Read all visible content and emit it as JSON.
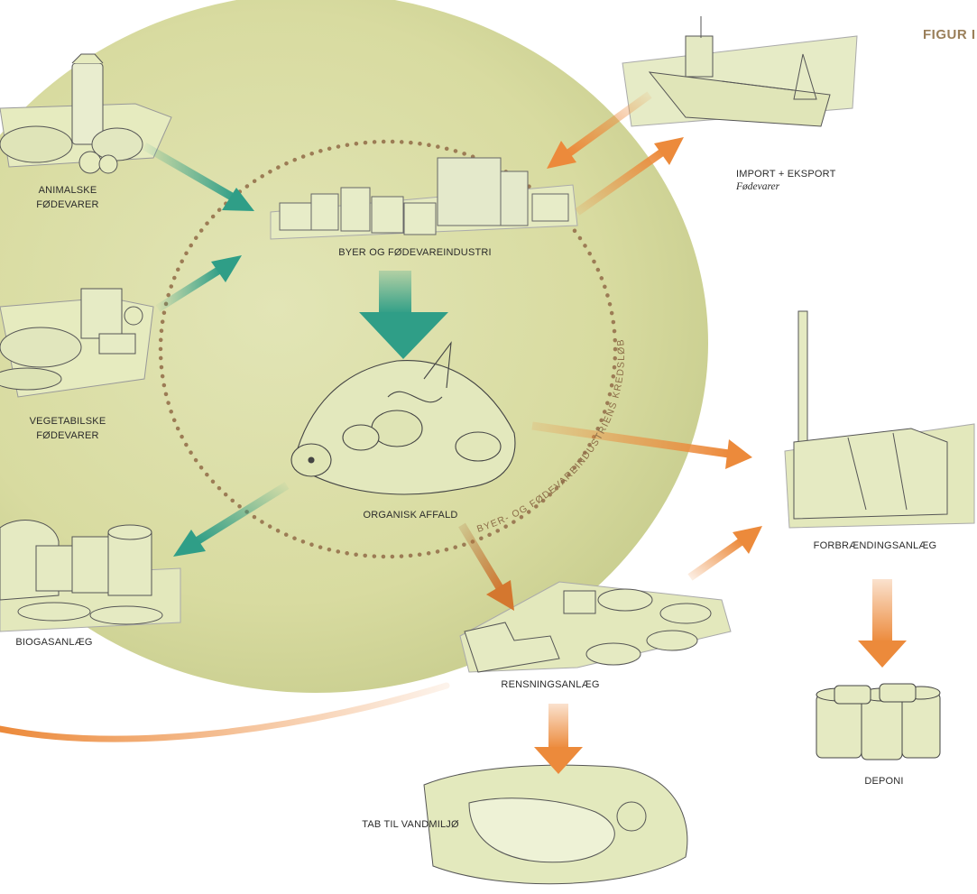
{
  "figure_label": "FIGUR I",
  "cycle_label": "BYER- OG FØDEVAREINDUSTRIENS KREDSLØB",
  "nodes": {
    "animal_food": {
      "line1": "ANIMALSKE",
      "line2": "FØDEVARER"
    },
    "vegetable_food": {
      "line1": "VEGETABILSKE",
      "line2": "FØDEVARER"
    },
    "cities_industry": {
      "label": "BYER OG FØDEVAREINDUSTRI"
    },
    "organic_waste": {
      "label": "ORGANISK AFFALD"
    },
    "biogas": {
      "label": "BIOGASANLÆG"
    },
    "import_export": {
      "label": "IMPORT + EKSPORT",
      "sub": "Fødevarer"
    },
    "incineration": {
      "label": "FORBRÆNDINGSANLÆG"
    },
    "treatment": {
      "label": "RENSNINGSANLÆG"
    },
    "landfill": {
      "label": "DEPONI"
    },
    "water_loss": {
      "label": "TAB TIL VANDMILJØ"
    }
  },
  "colors": {
    "teal": "#2f9e87",
    "orange": "#ec8a3b",
    "ellipse": "#d9dca0",
    "dots": "#9c7c55"
  }
}
